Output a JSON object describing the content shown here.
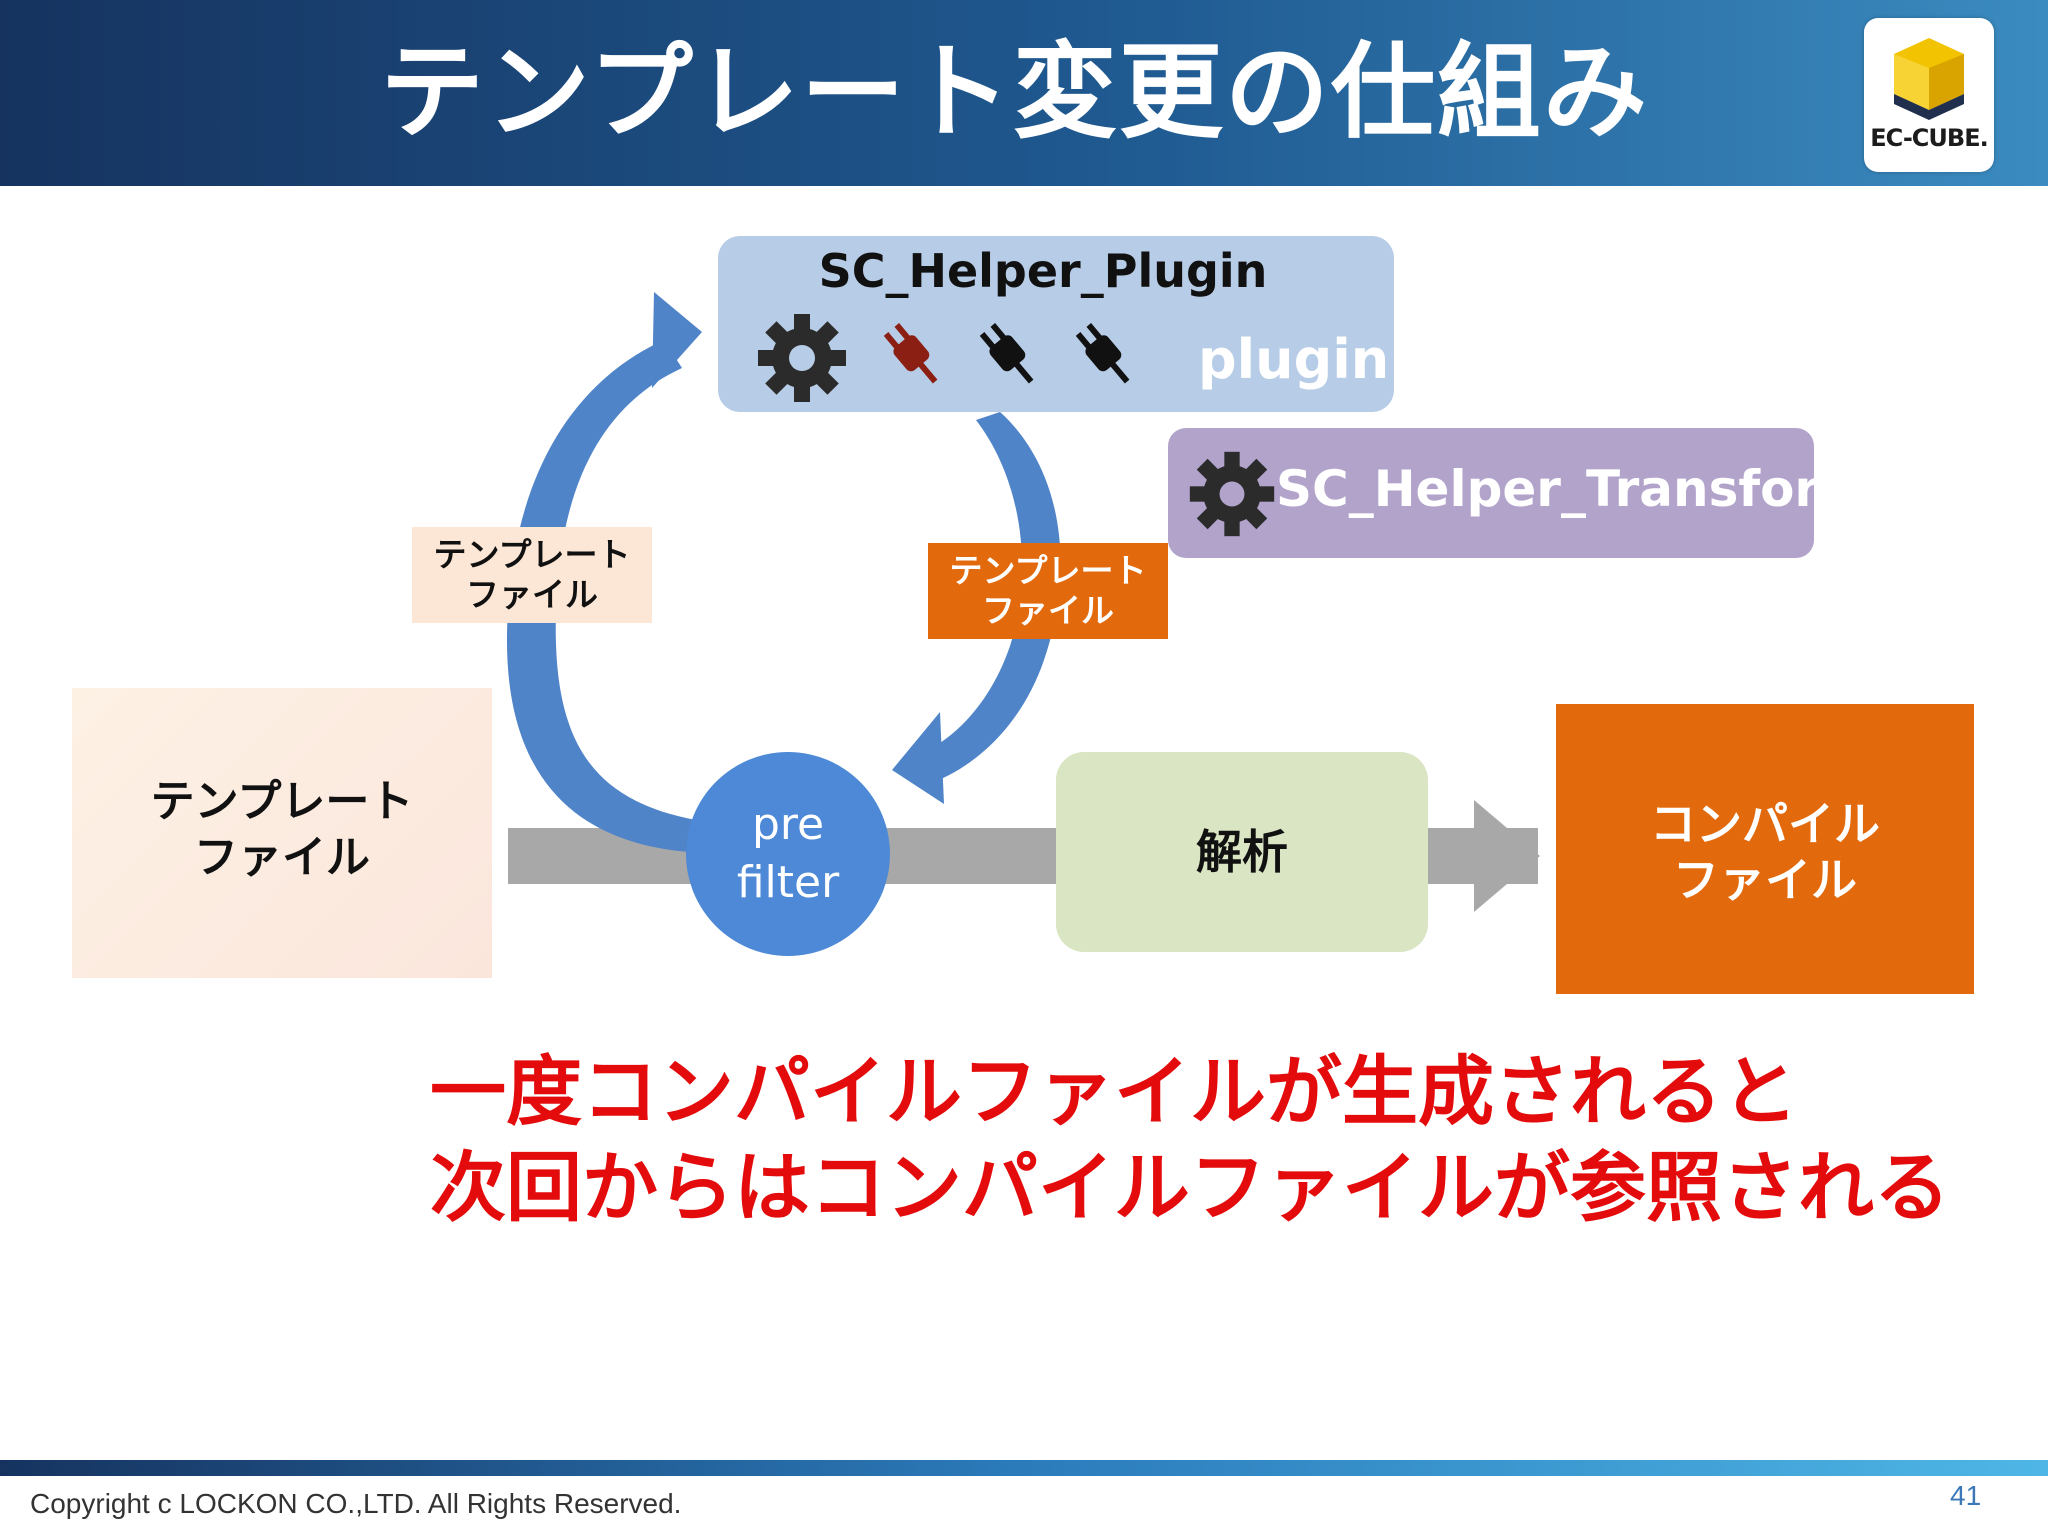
{
  "header": {
    "title": "テンプレート変更の仕組み",
    "logo_text": "EC-CUBE."
  },
  "diagram": {
    "plugin_box": {
      "title": "SC_Helper_Plugin",
      "label": "plugin",
      "icons": [
        "gear-icon",
        "plug-icon-red",
        "plug-icon",
        "plug-icon"
      ]
    },
    "transform_box": {
      "title": "SC_Helper_Transform",
      "icon": "gear-icon"
    },
    "left_label": "テンプレート\nファイル",
    "right_label": "テンプレート\nファイル",
    "source_box": "テンプレート\nファイル",
    "prefilter": "pre\nfilter",
    "analysis": "解析",
    "compiled_box": "コンパイル\nファイル"
  },
  "message": {
    "line1": "一度コンパイルファイルが生成されると",
    "line2": "次回からはコンパイルファイルが参照される"
  },
  "footer": {
    "copyright": "Copyright c LOCKON CO.,LTD. All Rights Reserved.",
    "page": "41"
  },
  "colors": {
    "header": "#1f5a91",
    "plugin_box": "#b7cce6",
    "transform_box": "#b2a3cb",
    "orange": "#e26a0c",
    "prefilter": "#4d89d6",
    "analysis": "#d9e5c3",
    "message": "#e30b0b"
  }
}
